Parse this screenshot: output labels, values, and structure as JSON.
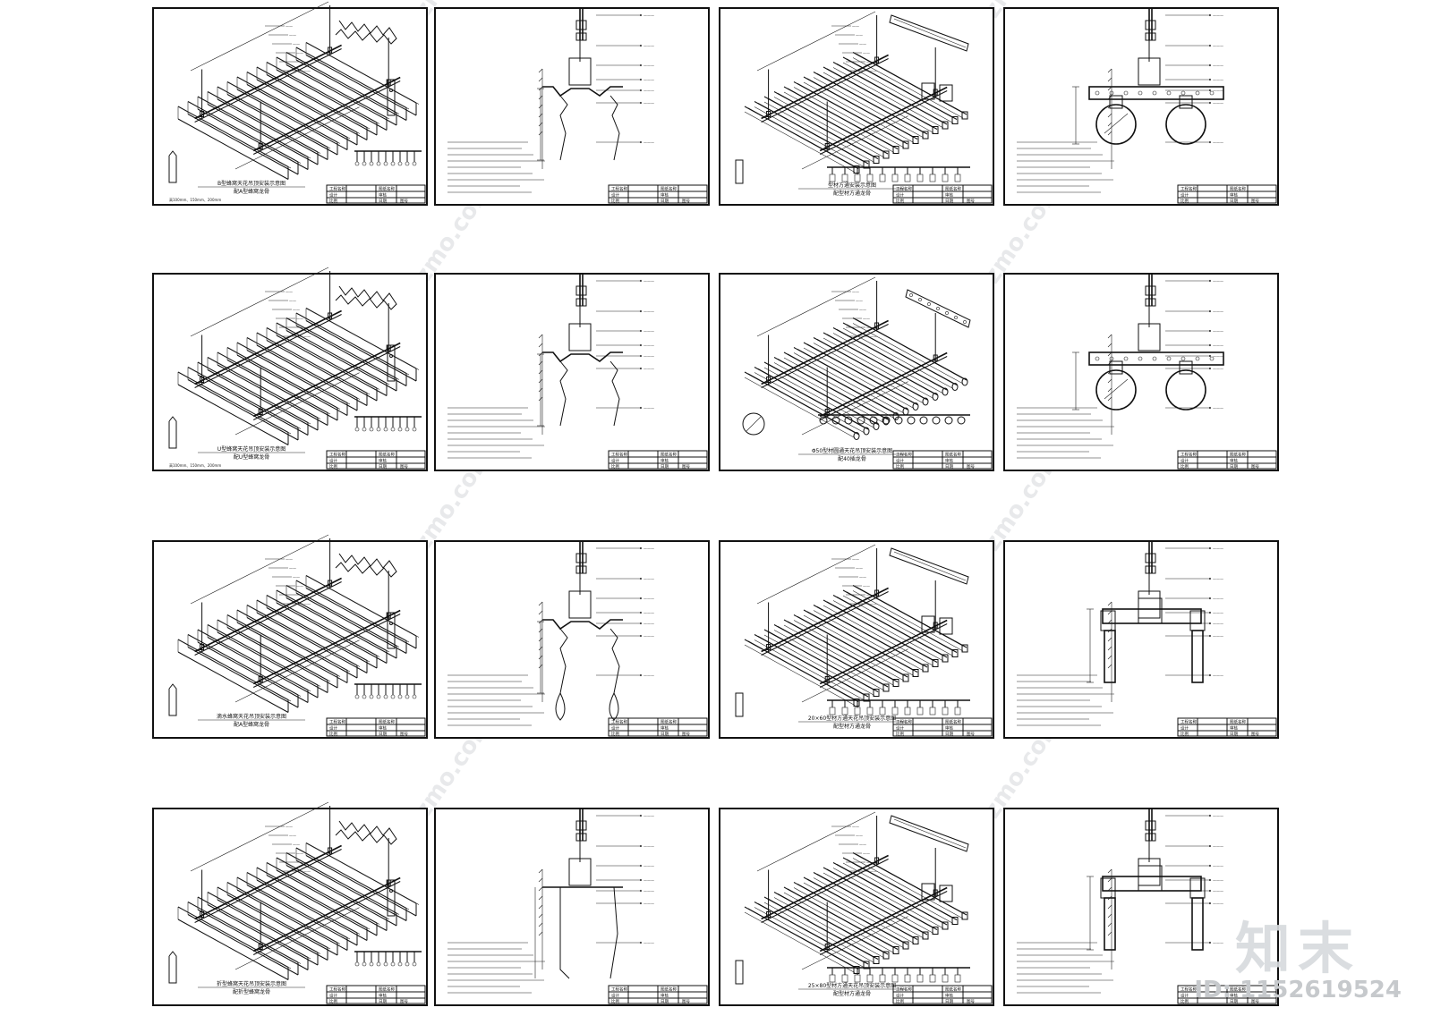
{
  "watermark": {
    "site_text": "知末网www.znzmo.com",
    "logo": "知末",
    "id_text": "ID: 1152619524"
  },
  "sheets": [
    {
      "caption": "B型蜂窝天花吊顶安装示意图",
      "sub": "配A型蜂窝龙骨",
      "note": "高100mm、150mm、200mm",
      "kind": "iso-blade"
    },
    {
      "caption": "",
      "sub": "",
      "note": "",
      "kind": "sec-blade"
    },
    {
      "caption": "型材方通安装示意图",
      "sub": "配型材方通龙骨",
      "note": "",
      "kind": "iso-tube"
    },
    {
      "caption": "",
      "sub": "",
      "note": "",
      "kind": "sec-round"
    },
    {
      "caption": "U型蜂窝天花吊顶安装示意图",
      "sub": "配U型蜂窝龙骨",
      "note": "高100mm、150mm、200mm",
      "kind": "iso-blade"
    },
    {
      "caption": "",
      "sub": "",
      "note": "",
      "kind": "sec-blade"
    },
    {
      "caption": "Φ50型材圆通天花吊顶安装示意图",
      "sub": "配40插龙骨",
      "note": "",
      "kind": "iso-round"
    },
    {
      "caption": "",
      "sub": "",
      "note": "",
      "kind": "sec-round2"
    },
    {
      "caption": "滴水蜂窝天花吊顶安装示意图",
      "sub": "配A型蜂窝龙骨",
      "note": "",
      "kind": "iso-blade"
    },
    {
      "caption": "",
      "sub": "",
      "note": "",
      "kind": "sec-drop"
    },
    {
      "caption": "20×60型材方通天花吊顶安装示意图",
      "sub": "配型材方通龙骨",
      "note": "",
      "kind": "iso-tube"
    },
    {
      "caption": "",
      "sub": "",
      "note": "",
      "kind": "sec-rect"
    },
    {
      "caption": "折型蜂窝天花吊顶安装示意图",
      "sub": "配折型蜂窝龙骨",
      "note": "",
      "kind": "iso-blade"
    },
    {
      "caption": "",
      "sub": "",
      "note": "",
      "kind": "sec-fold"
    },
    {
      "caption": "25×80型材方通天花吊顶安装示意图",
      "sub": "配型材方通龙骨",
      "note": "",
      "kind": "iso-tube"
    },
    {
      "caption": "",
      "sub": "",
      "note": "",
      "kind": "sec-rect"
    }
  ],
  "labels": {
    "main_keel_tube": "型材方通龙骨",
    "hanger_tube": "型材方通专用吊件",
    "round_tube_keel": "40插龙骨",
    "round_tube": "Φ50型材圆通",
    "tube_20": "20×60型材方通",
    "tube_25": "25×80型材方通",
    "hanger_round": "圆通专用吊件",
    "blade_hanger": "A型蜂窝吊件",
    "b_keel": "A型蜂窝龙骨"
  },
  "title_block": {
    "row1": [
      "工程名称",
      "图纸名称"
    ],
    "row2": [
      "设计",
      "审核"
    ],
    "row3": [
      "比例",
      "日期",
      "图号"
    ]
  }
}
